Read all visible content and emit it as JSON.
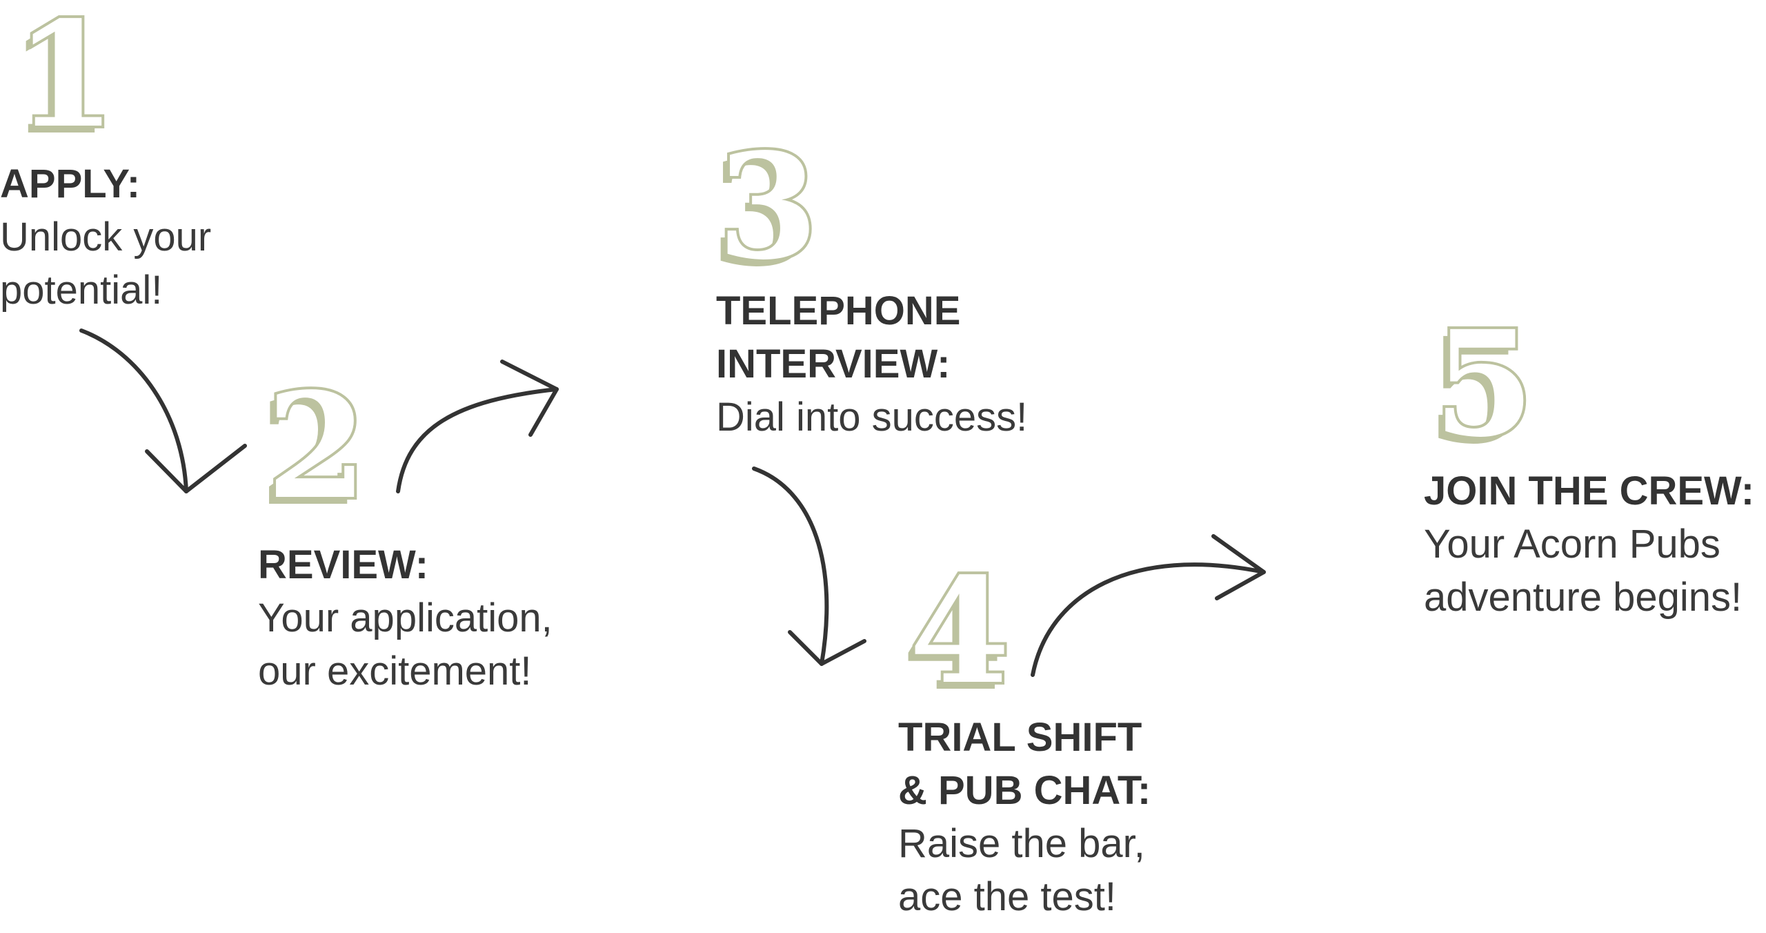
{
  "colors": {
    "accent": "#bcc29f",
    "text": "#333333"
  },
  "steps": [
    {
      "number": "1",
      "title": [
        "APPLY:"
      ],
      "desc": [
        "Unlock your",
        "potential!"
      ]
    },
    {
      "number": "2",
      "title": [
        "REVIEW:"
      ],
      "desc": [
        "Your application,",
        "our excitement!"
      ]
    },
    {
      "number": "3",
      "title": [
        "TELEPHONE",
        "INTERVIEW:"
      ],
      "desc": [
        "Dial into success!"
      ]
    },
    {
      "number": "4",
      "title": [
        "TRIAL SHIFT",
        "& PUB CHAT:"
      ],
      "desc": [
        "Raise the bar,",
        "ace the test!"
      ]
    },
    {
      "number": "5",
      "title": [
        "JOIN THE CREW:"
      ],
      "desc": [
        "Your Acorn Pubs",
        "adventure begins!"
      ]
    }
  ]
}
